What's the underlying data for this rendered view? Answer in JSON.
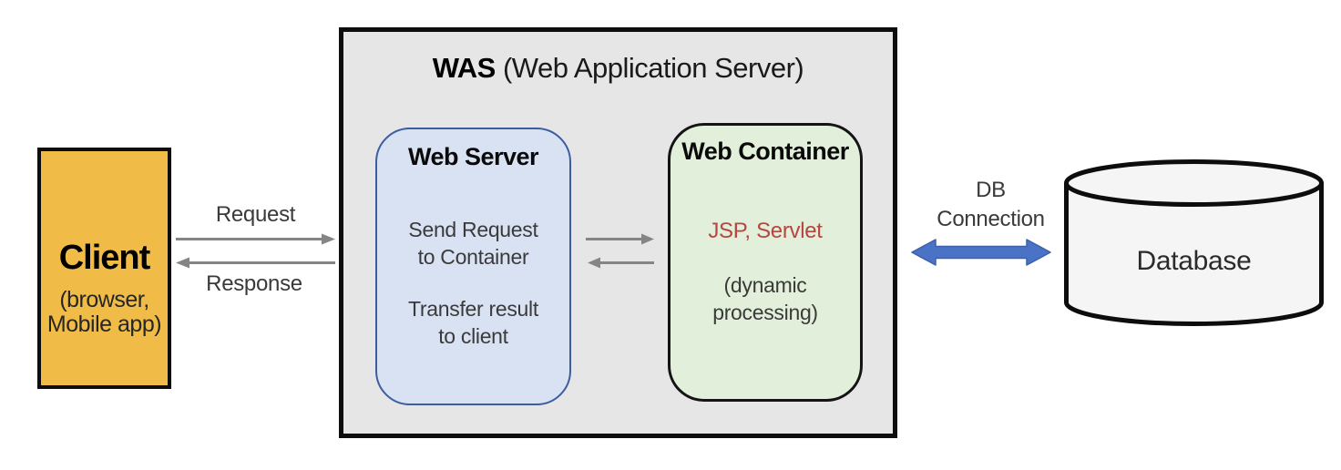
{
  "diagram": {
    "client": {
      "title": "Client",
      "subtitle_line1": "(browser,",
      "subtitle_line2": "Mobile app)"
    },
    "was": {
      "title_bold": "WAS",
      "title_rest": " (Web Application Server)"
    },
    "web_server": {
      "title": "Web Server",
      "body1_line1": "Send Request",
      "body1_line2": "to Container",
      "body2_line1": "Transfer result",
      "body2_line2": "to client"
    },
    "web_container": {
      "title": "Web Container",
      "highlight": "JSP, Servlet",
      "note_line1": "(dynamic",
      "note_line2": "processing)"
    },
    "labels": {
      "request": "Request",
      "response": "Response",
      "db_line1": "DB",
      "db_line2": "Connection"
    },
    "database": {
      "title": "Database"
    },
    "colors": {
      "client_fill": "#F0BC47",
      "was_fill": "#E7E6E6",
      "web_server_fill": "#D9E2F3",
      "web_server_border": "#3E5C9E",
      "web_container_fill": "#E2EFDA",
      "web_container_border": "#141414",
      "jsp_red": "#B8453F",
      "db_arrow_fill": "#4A73C6",
      "db_arrow_border": "#3D60AC",
      "gray_arrow": "#858585",
      "database_fill": "#F5F5F5"
    }
  }
}
